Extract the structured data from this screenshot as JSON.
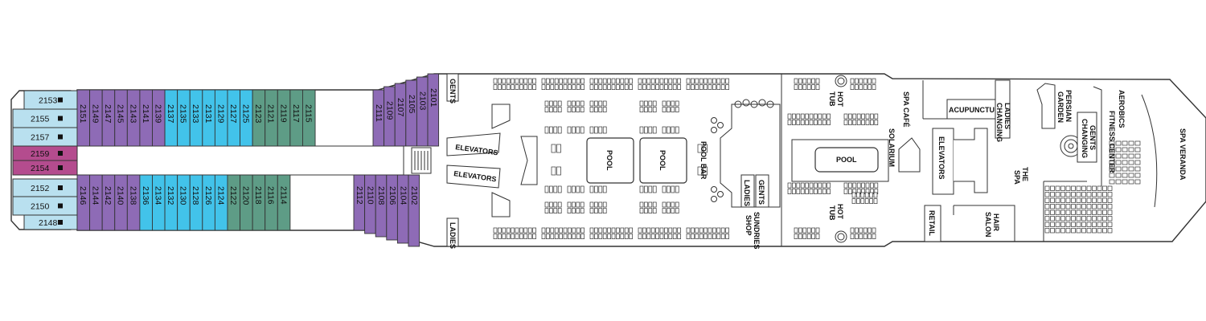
{
  "colors": {
    "light_blue": "#b9e0ef",
    "blue": "#42c3ea",
    "green": "#5e9c86",
    "purple": "#8e6bb6",
    "magenta": "#b44c8e",
    "outline": "#333333"
  },
  "aft_cabins": [
    {
      "num": "2153",
      "color": "light_blue"
    },
    {
      "num": "2155",
      "color": "light_blue"
    },
    {
      "num": "2157",
      "color": "light_blue"
    },
    {
      "num": "2159",
      "color": "magenta"
    },
    {
      "num": "2154",
      "color": "magenta"
    },
    {
      "num": "2152",
      "color": "light_blue"
    },
    {
      "num": "2150",
      "color": "light_blue"
    },
    {
      "num": "2148",
      "color": "light_blue"
    }
  ],
  "top_cabins": [
    {
      "num": "2151",
      "color": "purple"
    },
    {
      "num": "2149",
      "color": "purple"
    },
    {
      "num": "2147",
      "color": "purple"
    },
    {
      "num": "2145",
      "color": "purple"
    },
    {
      "num": "2143",
      "color": "purple"
    },
    {
      "num": "2141",
      "color": "purple"
    },
    {
      "num": "2139",
      "color": "purple"
    },
    {
      "num": "2137",
      "color": "blue"
    },
    {
      "num": "2135",
      "color": "blue"
    },
    {
      "num": "2133",
      "color": "blue"
    },
    {
      "num": "2131",
      "color": "blue"
    },
    {
      "num": "2129",
      "color": "blue"
    },
    {
      "num": "2127",
      "color": "blue"
    },
    {
      "num": "2125",
      "color": "blue"
    },
    {
      "num": "2123",
      "color": "green"
    },
    {
      "num": "2121",
      "color": "green"
    },
    {
      "num": "2119",
      "color": "green"
    },
    {
      "num": "2117",
      "color": "green"
    },
    {
      "num": "2115",
      "color": "green"
    },
    {
      "num": "2111",
      "color": "purple"
    },
    {
      "num": "2109",
      "color": "purple"
    },
    {
      "num": "2107",
      "color": "purple"
    },
    {
      "num": "2105",
      "color": "purple"
    },
    {
      "num": "2103",
      "color": "purple"
    },
    {
      "num": "2101",
      "color": "purple"
    }
  ],
  "bottom_cabins": [
    {
      "num": "2146",
      "color": "purple"
    },
    {
      "num": "2144",
      "color": "purple"
    },
    {
      "num": "2142",
      "color": "purple"
    },
    {
      "num": "2140",
      "color": "purple"
    },
    {
      "num": "2138",
      "color": "purple"
    },
    {
      "num": "2136",
      "color": "blue"
    },
    {
      "num": "2134",
      "color": "blue"
    },
    {
      "num": "2132",
      "color": "blue"
    },
    {
      "num": "2130",
      "color": "blue"
    },
    {
      "num": "2128",
      "color": "blue"
    },
    {
      "num": "2126",
      "color": "blue"
    },
    {
      "num": "2124",
      "color": "blue"
    },
    {
      "num": "2122",
      "color": "green"
    },
    {
      "num": "2120",
      "color": "green"
    },
    {
      "num": "2118",
      "color": "green"
    },
    {
      "num": "2116",
      "color": "green"
    },
    {
      "num": "2114",
      "color": "green"
    },
    {
      "num": "2112",
      "color": "purple"
    },
    {
      "num": "2110",
      "color": "purple"
    },
    {
      "num": "2108",
      "color": "purple"
    },
    {
      "num": "2106",
      "color": "purple"
    },
    {
      "num": "2104",
      "color": "purple"
    },
    {
      "num": "2102",
      "color": "purple"
    }
  ],
  "labels": {
    "gents_top": "GENTS",
    "ladies_bottom": "LADIES",
    "elevators_fwd_top": "ELEVATORS",
    "elevators_fwd_bottom": "ELEVATORS",
    "pool_left": "POOL",
    "pool_right": "POOL",
    "pool_bar": "POOL BAR",
    "gents_mid": "GENTS",
    "ladies_mid": "LADIES",
    "sundries_1": "SUNDRIES",
    "sundries_2": "SHOP",
    "hot_tub_top_1": "HOT",
    "hot_tub_top_2": "TUB",
    "hot_tub_bottom_1": "HOT",
    "hot_tub_bottom_2": "TUB",
    "main_pool": "POOL",
    "solarium": "SOLARIUM",
    "spa_cafe": "SPA CAFÉ",
    "elevators_aft": "ELEVATORS",
    "acupuncture": "ACUPUNCTURE",
    "ladies_changing_1": "LADIES",
    "ladies_changing_2": "CHANGING",
    "retail": "RETAIL",
    "hair_salon_1": "HAIR",
    "hair_salon_2": "SALON",
    "the_spa_1": "THE",
    "the_spa_2": "SPA",
    "persian_1": "PERSIAN",
    "persian_2": "GARDEN",
    "gents_changing_1": "GENTS",
    "gents_changing_2": "CHANGING",
    "aerobics": "AEROBICS",
    "fitness_center": "FITNESS CENTER",
    "spa_veranda": "SPA VERANDA"
  }
}
